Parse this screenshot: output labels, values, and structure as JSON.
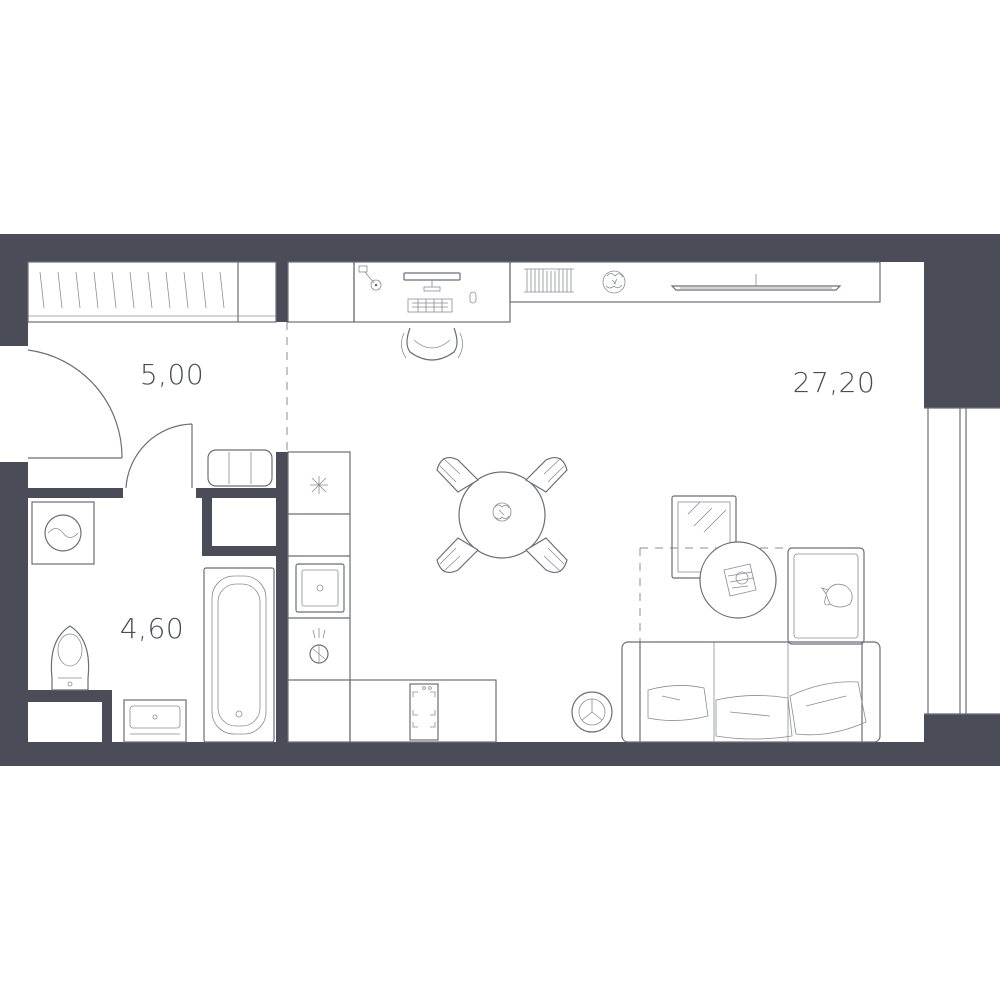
{
  "rooms": {
    "hall": {
      "area": "5,00"
    },
    "bathroom": {
      "area": "4,60"
    },
    "living": {
      "area": "27,20"
    }
  },
  "colors": {
    "wall": "#4a4d58",
    "line": "#6b6e78",
    "background": "#ffffff"
  },
  "icons": [
    "wardrobe-icon",
    "desk-icon",
    "monitor-icon",
    "keyboard-icon",
    "mouse-icon",
    "office-chair-icon",
    "bookshelf-icon",
    "plant-icon",
    "tv-stand-icon",
    "dining-table-icon",
    "dining-chair-icon",
    "kitchen-counter-icon",
    "sink-icon",
    "stove-icon",
    "washing-machine-icon",
    "toilet-icon",
    "washbasin-icon",
    "bathtub-icon",
    "mirror-icon",
    "coffee-table-icon",
    "armchair-icon",
    "cat-icon",
    "sofa-icon",
    "robot-vacuum-icon",
    "window-icon",
    "door-icon",
    "pouf-icon"
  ]
}
